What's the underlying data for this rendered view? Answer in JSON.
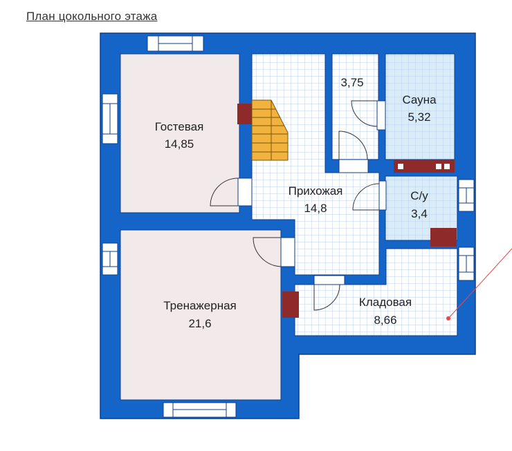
{
  "title": "План цокольного этажа",
  "colors": {
    "wall": "#1565c8",
    "wall_edge": "#0d3e8a",
    "guest_floor": "#f1e9ea",
    "tile_floor": "#ffffff",
    "tile_grid": "#bcd2ea",
    "sauna_floor": "#d9ecf8",
    "stair": "#f2b33e",
    "chimney": "#8e2a2a",
    "pointer": "#ee4444"
  },
  "rooms": {
    "guest": {
      "name": "Гостевая",
      "area": "14,85"
    },
    "hall": {
      "name": "Прихожая",
      "area": "14,8"
    },
    "closet": {
      "name": "",
      "area": "3,75"
    },
    "sauna": {
      "name": "Сауна",
      "area": "5,32"
    },
    "wc": {
      "name": "С/у",
      "area": "3,4"
    },
    "gym": {
      "name": "Тренажерная",
      "area": "21,6"
    },
    "storage": {
      "name": "Кладовая",
      "area": "8,66"
    }
  }
}
